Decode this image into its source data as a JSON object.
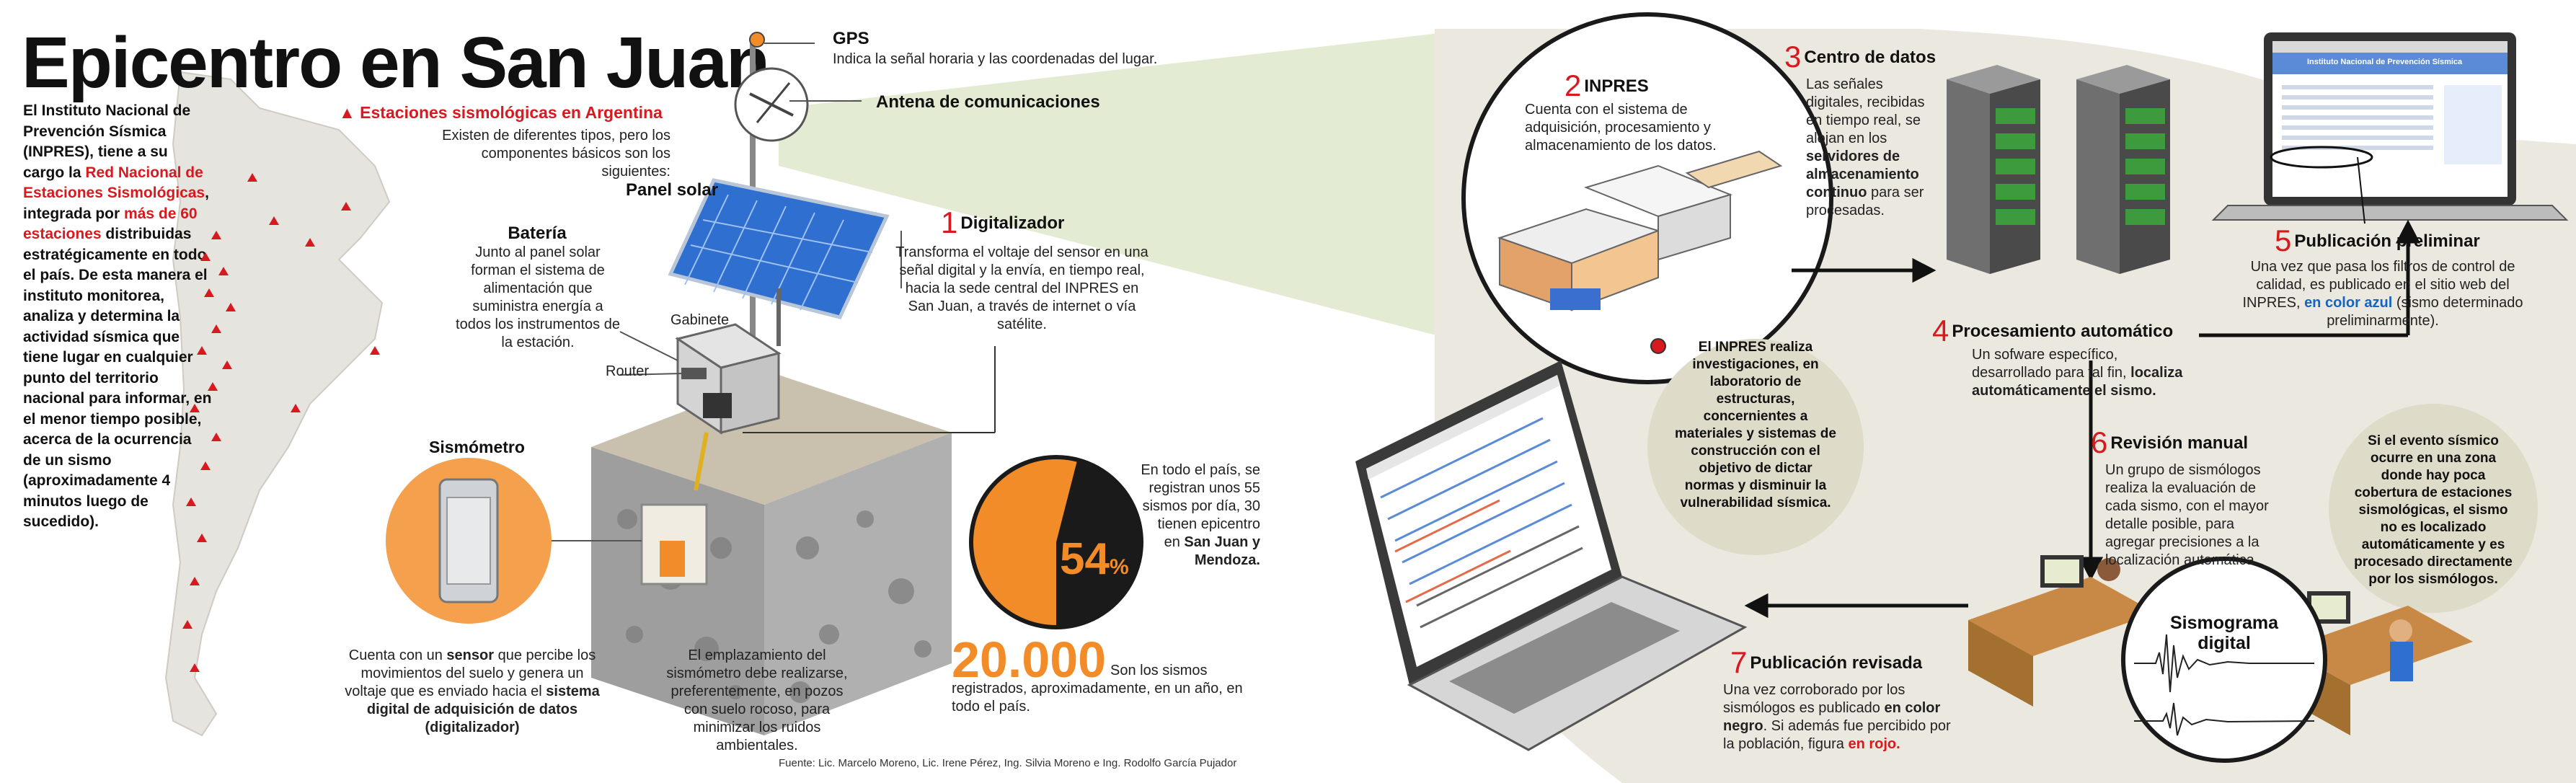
{
  "title": "Epicentro en San Juan",
  "intro": {
    "part1": "El Instituto Nacional de Prevención Sísmica (INPRES), tiene a su cargo la ",
    "red1": "Red Nacional de Estaciones Sismológicas",
    "part2": ", integrada por ",
    "red2": "más de 60 estaciones",
    "part3": " distribuidas estratégicamente en todo el país. De esta manera el instituto monitorea, analiza y determina la actividad sísmica que tiene lugar en cualquier punto del territorio nacional para informar, en el menor tiempo posible, acerca de la ocurrencia de un sismo (aproximadamente 4 minutos luego de sucedido)."
  },
  "stations": {
    "title": "▲ Estaciones sismológicas en Argentina",
    "subtitle": "Existen de diferentes tipos, pero los componentes básicos son los siguientes:"
  },
  "gps": {
    "label": "GPS",
    "text": "Indica la señal horaria y las coordenadas del lugar."
  },
  "antenna": {
    "label": "Antena de comunicaciones"
  },
  "solar": {
    "label": "Panel solar"
  },
  "battery": {
    "label": "Batería",
    "text": "Junto al panel solar forman el sistema de alimentación que suministra energía a todos los instrumentos de la estación."
  },
  "cabinet": {
    "label": "Gabinete"
  },
  "router": {
    "label": "Router"
  },
  "digitizer": {
    "num": "1",
    "label": "Digitalizador",
    "text": "Transforma el voltaje del sensor en una señal digital y la envía, en tiempo real, hacia la sede central del INPRES en San Juan, a través de internet o vía satélite."
  },
  "seismometer": {
    "label": "Sismómetro",
    "text1": "Cuenta con un ",
    "bold1": "sensor",
    "text2": " que percibe los movimientos del suelo y genera un voltaje que es enviado hacia el ",
    "bold2": "sistema digital de adquisición de datos (digitalizador)"
  },
  "placement": {
    "text": "El emplazamiento del sismómetro debe realizarse, preferentemente, en pozos con suelo rocoso, para minimizar los ruidos ambientales."
  },
  "stats": {
    "percent": "54",
    "percent_sign": "%",
    "percent_value": 54,
    "pie_text1": "En todo el país, se registran unos 55 sismos por día, 30 tienen epicentro en ",
    "pie_bold": "San Juan y Mendoza.",
    "count": "20.000",
    "count_text": "Son los sismos registrados, aproximadamente, en un año, en todo el país."
  },
  "source": "Fuente: Lic. Marcelo Moreno, Lic. Irene Pérez, Ing. Silvia Moreno e Ing. Rodolfo García Pujador",
  "inpres": {
    "num": "2",
    "label": "INPRES",
    "text": "Cuenta con el sistema de adquisición, procesamiento y almacenamiento de los datos."
  },
  "datacenter": {
    "num": "3",
    "label": "Centro de datos",
    "text1": "Las señales digitales, recibidas en tiempo real, se alojan en los ",
    "bold": "servidores de almacenamiento continuo",
    "text2": " para ser procesadas."
  },
  "auto": {
    "num": "4",
    "label": "Procesamiento automático",
    "text1": "Un sofware específico, desarrollado para tal fin, ",
    "bold": "localiza automáticamente el sismo."
  },
  "prelim": {
    "num": "5",
    "label": "Publicación preliminar",
    "text1": "Una vez que pasa los filtros de control de calidad, es publicado en el sitio web del INPRES, ",
    "blue": "en color azul",
    "text2": " (sismo determinado preliminarmente)."
  },
  "manual": {
    "num": "6",
    "label": "Revisión manual",
    "text": "Un grupo de sismólogos realiza la evaluación de cada sismo, con el mayor detalle posible, para agregar precisiones a la localización automática."
  },
  "revised": {
    "num": "7",
    "label": "Publicación revisada",
    "text1": "Una vez corroborado por los sismólogos es publicado ",
    "bold": "en color negro",
    "text2": ". Si además fue percibido por la población, figura ",
    "red": "en rojo."
  },
  "research": {
    "text": "El INPRES realiza investigaciones, en laboratorio de estructuras, concernientes a materiales y sistemas de construcción con el objetivo de dictar normas y disminuir la vulnerabilidad sísmica."
  },
  "lowcoverage": {
    "text": "Si el evento sísmico ocurre en una zona donde hay poca cobertura de estaciones sismológicas, el sismo no es localizado automáticamente y es procesado directamente por los sismólogos."
  },
  "seismogram": {
    "label": "Sismograma digital"
  },
  "website": {
    "header": "Instituto Nacional de Prevención Sísmica"
  },
  "colors": {
    "red": "#d71920",
    "orange": "#f28c28",
    "blue": "#1565c0",
    "dark": "#1a1a1a",
    "panel": "#e8e6dc"
  }
}
